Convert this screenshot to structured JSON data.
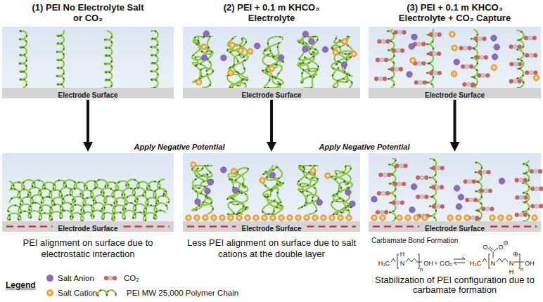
{
  "diagram": {
    "nodes": [
      {
        "text": [
          "(1) PEI No Electrolyte Salt or CO₂"
        ]
      },
      {
        "text": [
          "Electrode Surface"
        ],
        "in": 0
      },
      {
        "text": [
          "(2) PEI + 0.1 m KHCO₃ Electrolyte"
        ]
      },
      {
        "text": [
          "Electrode Surface"
        ],
        "in": 2
      },
      {
        "text": [
          "(3) PEI + 0.1 m KHCO₃ Electrolyte + CO₂ Capture"
        ]
      },
      {
        "text": [
          "Electrode Surface"
        ],
        "in": 4
      },
      {
        "text": [
          "PEI alignment on surface due to electrostatic interaction"
        ]
      },
      {
        "text": [
          "Electrode Surface"
        ],
        "in": 6
      },
      {
        "text": [
          "Less PEI alignment on surface due to salt cations at the double layer"
        ]
      },
      {
        "text": [
          "Electrode Surface"
        ],
        "in": 8
      },
      {
        "text": [
          "Stabilization of PEI configuration due to carbamate formation"
        ]
      },
      {
        "text": [
          "Electrode Surface"
        ],
        "in": 10
      }
    ],
    "edges": [
      {
        "from": 0,
        "to": 6,
        "arrow": "to"
      },
      {
        "from": 2,
        "to": 8,
        "arrow": "to"
      },
      {
        "from": 4,
        "to": 10,
        "arrow": "to"
      }
    ],
    "labels": [
      "Apply Negative Potential",
      "Apply Negative Potential",
      "Carbamate Bond Formation",
      "Legend",
      "H₃C",
      "H",
      "N",
      "n",
      "OH",
      "+ CO₂",
      "H₃C",
      "O",
      "O",
      "N",
      "N",
      "H",
      "n",
      "OH"
    ],
    "legend": [
      {
        "text": "Salt Anion",
        "color": "#8d6cc0"
      },
      {
        "text": "CO₂"
      },
      {
        "text": "Salt Cation",
        "color": "#f6a43a"
      },
      {
        "text": "PEI MW 25,000 Polymer Chain"
      }
    ]
  }
}
